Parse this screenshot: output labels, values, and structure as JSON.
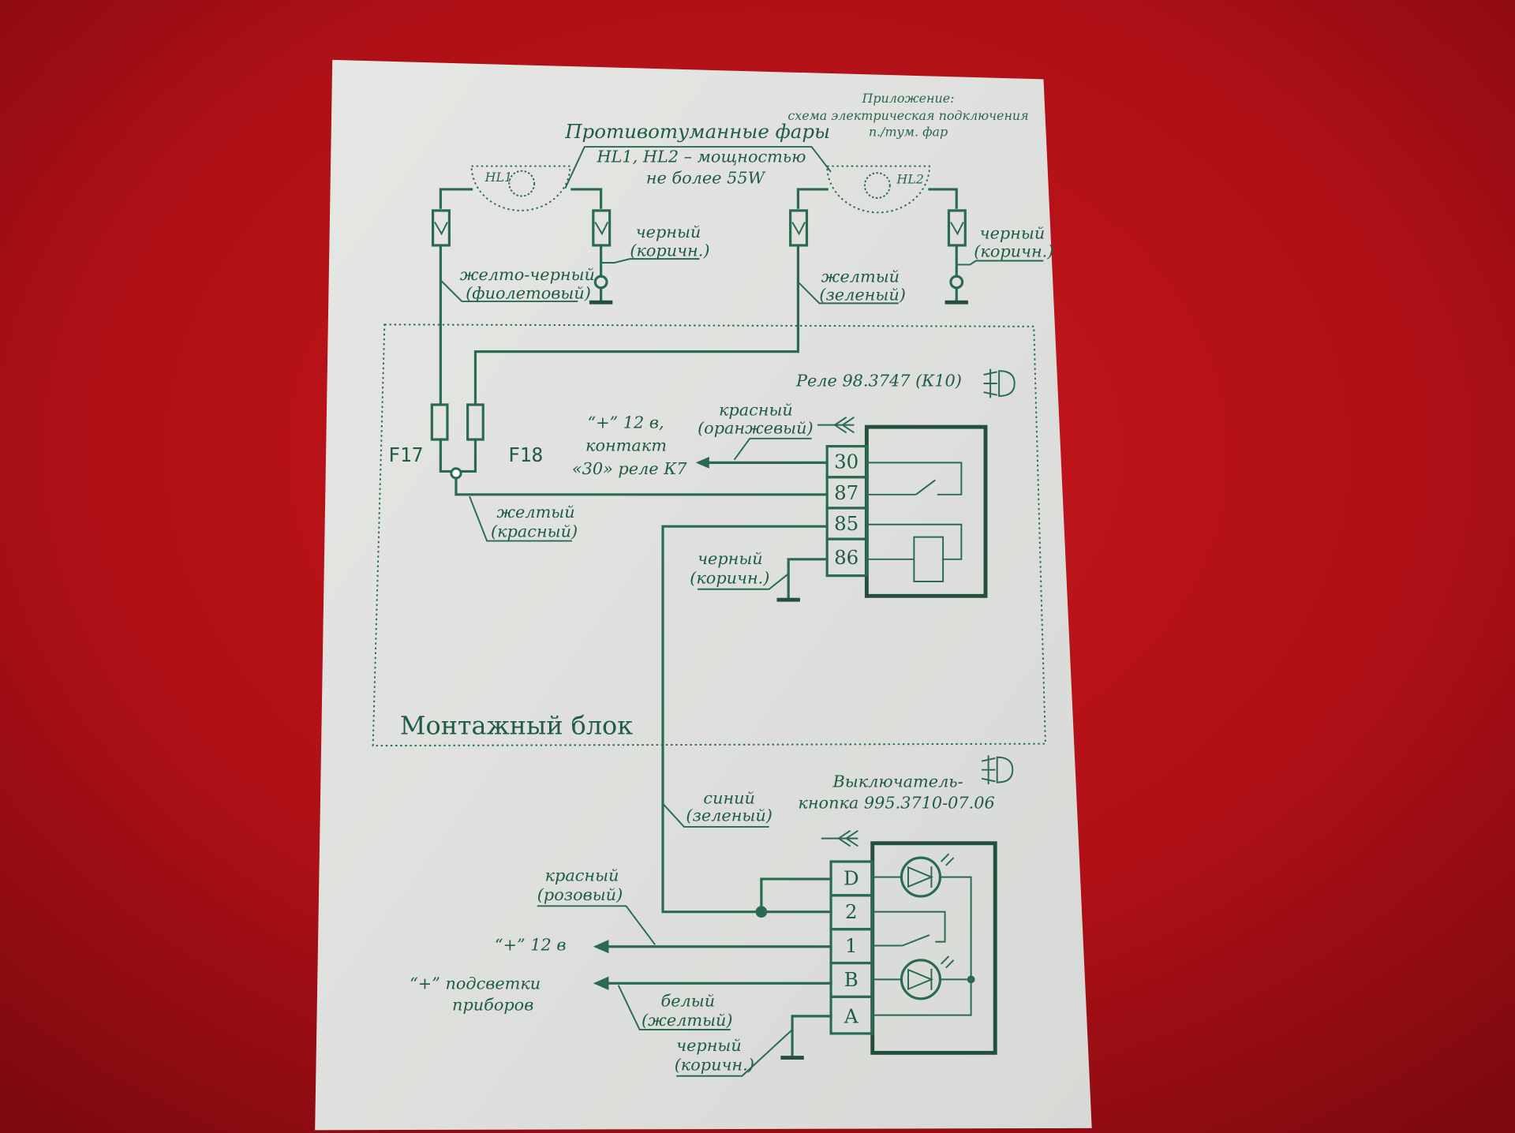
{
  "title": "Противотуманные фары",
  "power_note": [
    "HL1, HL2 – мощностью",
    "не более 55W"
  ],
  "appendix": [
    "Приложение:",
    "схема электрическая подключения",
    "п./тум. фар"
  ],
  "lamps": {
    "left": "HL1",
    "right": "HL2"
  },
  "wires": {
    "black_brown_1": [
      "черный",
      "(коричн.)"
    ],
    "black_brown_2": [
      "черный",
      "(коричн.)"
    ],
    "yellow_black": [
      "желто-черный",
      "(фиолетовый)"
    ],
    "yellow_green": [
      "желтый",
      "(зеленый)"
    ],
    "yellow_red": [
      "желтый",
      "(красный)"
    ],
    "red_orange": [
      "красный",
      "(оранжевый)"
    ],
    "black_brown_3": [
      "черный",
      "(коричн.)"
    ],
    "blue_green": [
      "синий",
      "(зеленый)"
    ],
    "red_pink": [
      "красный",
      "(розовый)"
    ],
    "white_yellow": [
      "белый",
      "(желтый)"
    ],
    "black_brown_4": [
      "черный",
      "(коричн.)"
    ]
  },
  "relay_label": "Реле 98.3747 (К10)",
  "plus12_contact": [
    "“+” 12 в,",
    "контакт",
    "«30» реле К7"
  ],
  "fuses": {
    "f17": "F17",
    "f18": "F18"
  },
  "relay_terminals": [
    "30",
    "87",
    "85",
    "86"
  ],
  "block_label": "Монтажный блок",
  "switch_label": [
    "Выключатель-",
    "кнопка 995.3710-07.06"
  ],
  "switch_terminals": [
    "D",
    "2",
    "1",
    "B",
    "A"
  ],
  "plus12": "“+” 12 в",
  "backlight": [
    "“+” подсветки",
    "приборов"
  ],
  "colors": {
    "ink": "#1f5b45",
    "paper": "#e3e4e1",
    "fabric": "#b11218"
  }
}
